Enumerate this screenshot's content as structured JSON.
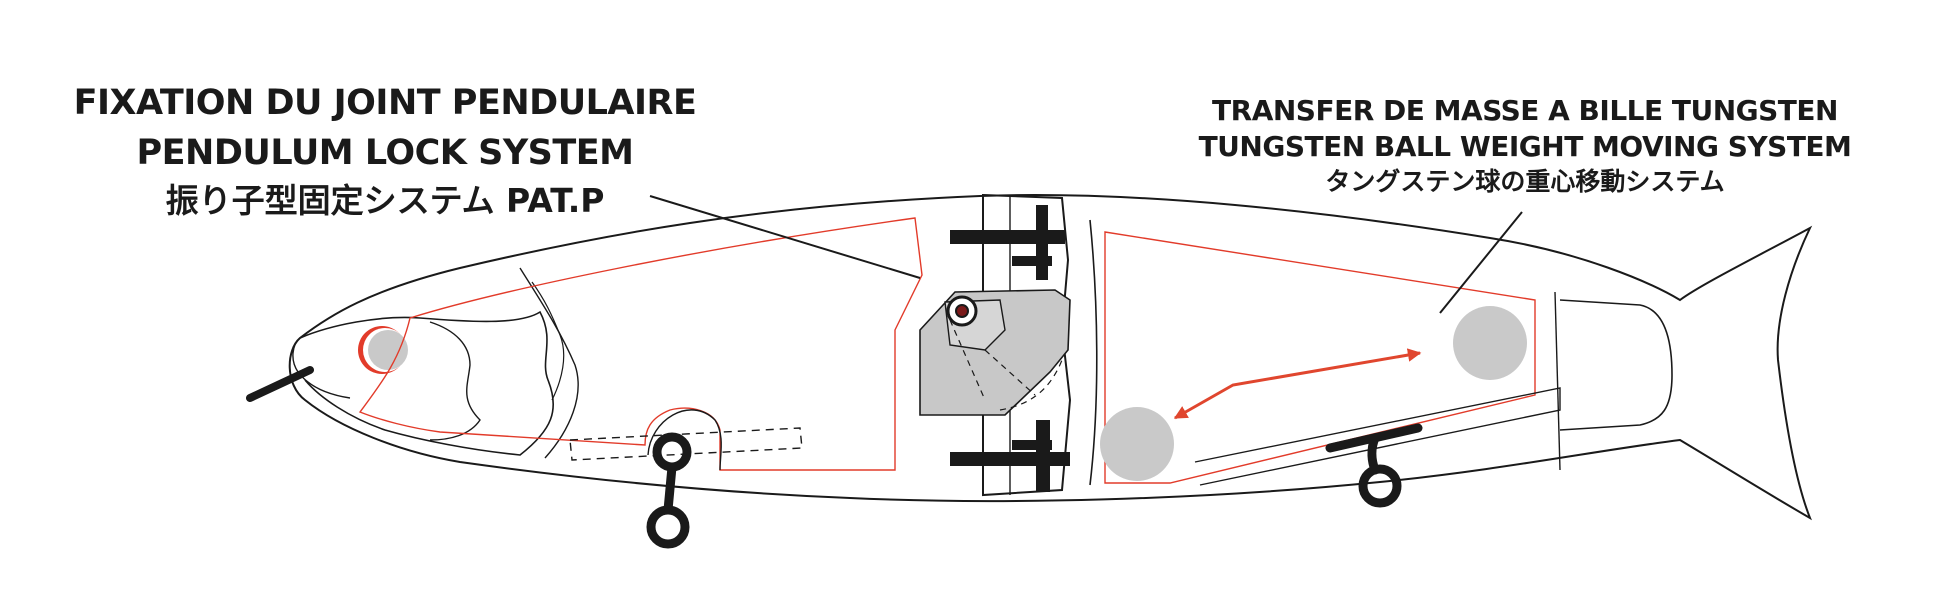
{
  "labels": {
    "pendulum": {
      "fr": "FIXATION DU JOINT PENDULAIRE",
      "en": "PENDULUM LOCK SYSTEM",
      "jp": "振り子型固定システム PAT.P"
    },
    "tungsten": {
      "fr": "TRANSFER DE MASSE A BILLE TUNGSTEN",
      "en": "TUNGSTEN BALL WEIGHT MOVING SYSTEM",
      "jp": "タングステン球の重心移動システム"
    }
  },
  "colors": {
    "outline": "#1a1a1a",
    "inner_chamber": "#e23b2a",
    "arrow": "#e0462e",
    "ball": "#c9c9c9",
    "mechanism": "#c8c8c8"
  }
}
